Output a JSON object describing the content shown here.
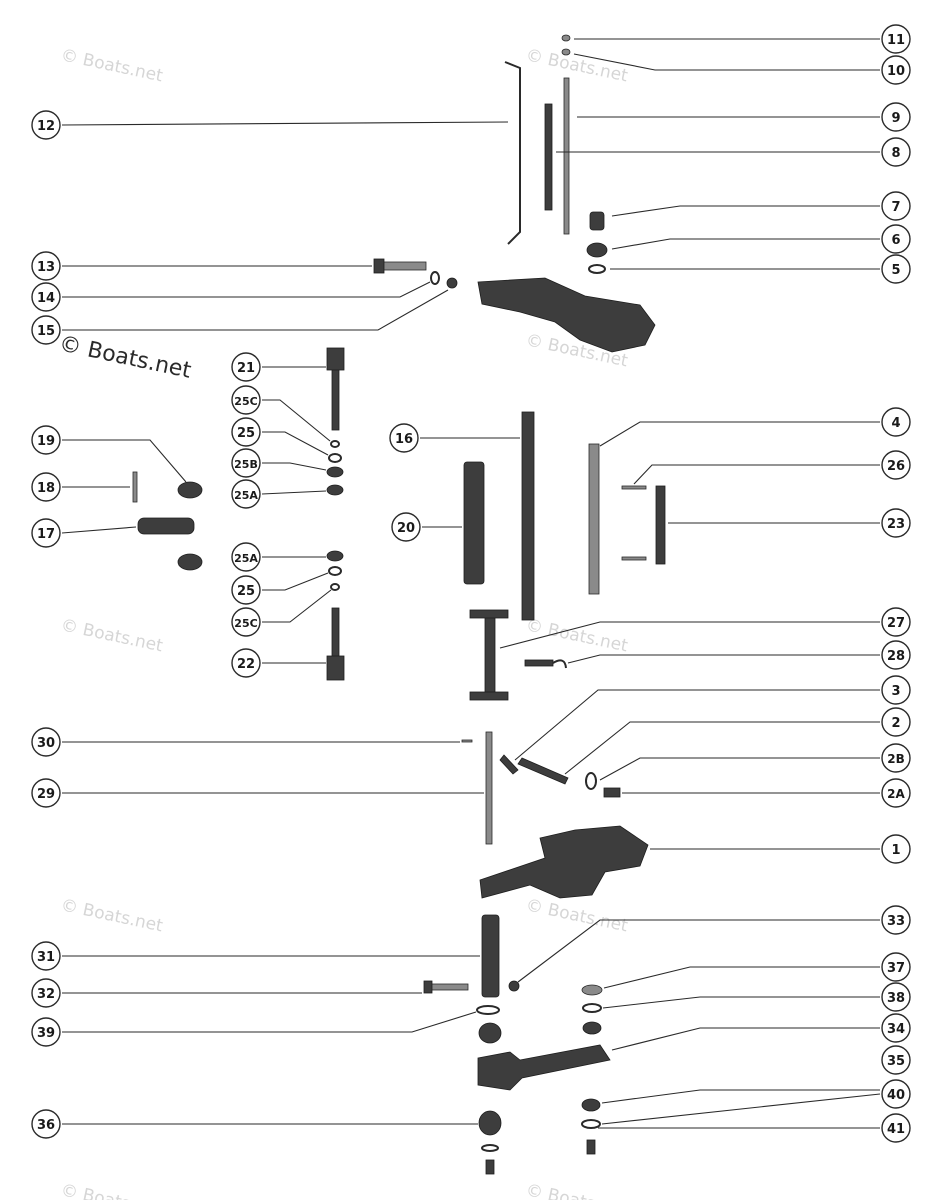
{
  "watermarks": {
    "main": "© Boats.net",
    "faint": "© Boats.net"
  },
  "callouts": [
    {
      "label": "11"
    },
    {
      "label": "10"
    },
    {
      "label": "9"
    },
    {
      "label": "8"
    },
    {
      "label": "7"
    },
    {
      "label": "6"
    },
    {
      "label": "5"
    },
    {
      "label": "12"
    },
    {
      "label": "13"
    },
    {
      "label": "14"
    },
    {
      "label": "15"
    },
    {
      "label": "21"
    },
    {
      "label": "25C"
    },
    {
      "label": "25"
    },
    {
      "label": "25B"
    },
    {
      "label": "25A"
    },
    {
      "label": "19"
    },
    {
      "label": "18"
    },
    {
      "label": "17"
    },
    {
      "label": "16"
    },
    {
      "label": "4"
    },
    {
      "label": "26"
    },
    {
      "label": "20"
    },
    {
      "label": "23"
    },
    {
      "label": "25A"
    },
    {
      "label": "25"
    },
    {
      "label": "25C"
    },
    {
      "label": "22"
    },
    {
      "label": "27"
    },
    {
      "label": "28"
    },
    {
      "label": "3"
    },
    {
      "label": "2"
    },
    {
      "label": "2B"
    },
    {
      "label": "2A"
    },
    {
      "label": "30"
    },
    {
      "label": "29"
    },
    {
      "label": "1"
    },
    {
      "label": "33"
    },
    {
      "label": "31"
    },
    {
      "label": "37"
    },
    {
      "label": "32"
    },
    {
      "label": "38"
    },
    {
      "label": "39"
    },
    {
      "label": "34"
    },
    {
      "label": "35"
    },
    {
      "label": "40"
    },
    {
      "label": "36"
    },
    {
      "label": "41"
    }
  ]
}
